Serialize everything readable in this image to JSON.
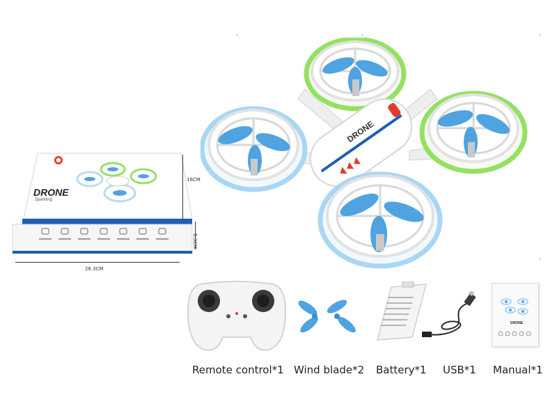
{
  "box": {
    "brand_title": "DRONE",
    "brand_subtitle": "Sparkling",
    "dim_height": "16CM",
    "dim_depth": "5.3CM",
    "dim_width": "26.3CM"
  },
  "drone": {
    "body_text": "DRONE"
  },
  "accessories": {
    "manual_title": "DRONE"
  },
  "labels": {
    "remote": "Remote control*1",
    "blade": "Wind blade*2",
    "battery": "Battery*1",
    "usb": "USB*1",
    "manual": "Manual*1"
  },
  "colors": {
    "propeller_blue": "#4fa3e0",
    "glow_green": "#8fe05a",
    "glow_blue": "#a8d6f5",
    "box_blue": "#1e5fb0"
  }
}
